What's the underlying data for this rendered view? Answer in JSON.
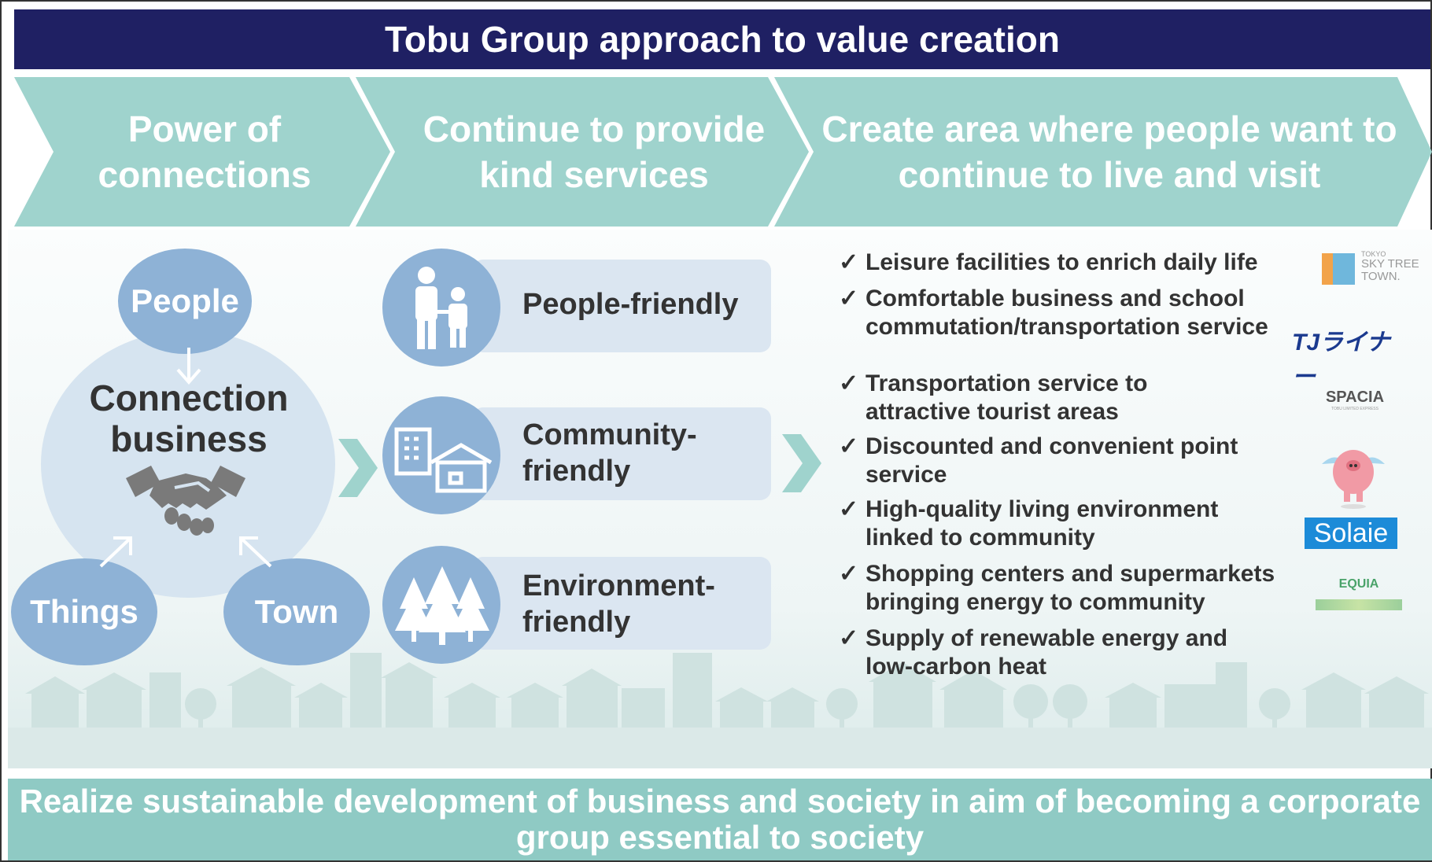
{
  "banner": {
    "title": "Tobu Group approach to value creation"
  },
  "chevrons": [
    {
      "label": "Power of connections"
    },
    {
      "label": "Continue to provide kind services"
    },
    {
      "label": "Create area where people want to continue to live and visit"
    }
  ],
  "connection": {
    "title": "Connection business",
    "nodes": {
      "people": "People",
      "things": "Things",
      "town": "Town"
    }
  },
  "friendly": [
    {
      "label": "People-friendly"
    },
    {
      "label": "Community-friendly"
    },
    {
      "label": "Environment-friendly"
    }
  ],
  "checklist": {
    "tick": "✓",
    "items": [
      "Leisure facilities to enrich daily life",
      "Comfortable business and school commutation/transportation service",
      "Transportation service to attractive tourist areas",
      "Discounted and convenient point service",
      "High-quality living environment linked to community",
      "Shopping centers and supermarkets bringing energy to community",
      "Supply of renewable energy and low-carbon heat"
    ]
  },
  "logos": {
    "skytree": {
      "line1": "TOKYO",
      "line2": "SKY TREE",
      "line3": "TOWN."
    },
    "tjliner": "TJライナー",
    "spacia": {
      "name": "SPACIA",
      "sub": "TOBU LIMITED EXPRESS"
    },
    "solaie": "Solaie",
    "equia": "EQUIA"
  },
  "colors": {
    "banner": "#1f2063",
    "chevron": "#9fd3cd",
    "circle": "#8eb2d6",
    "pill": "#dbe6f1",
    "footer": "#8fcac4"
  },
  "footer": {
    "text": "Realize sustainable development of business and society in aim of becoming a corporate group essential to society"
  }
}
